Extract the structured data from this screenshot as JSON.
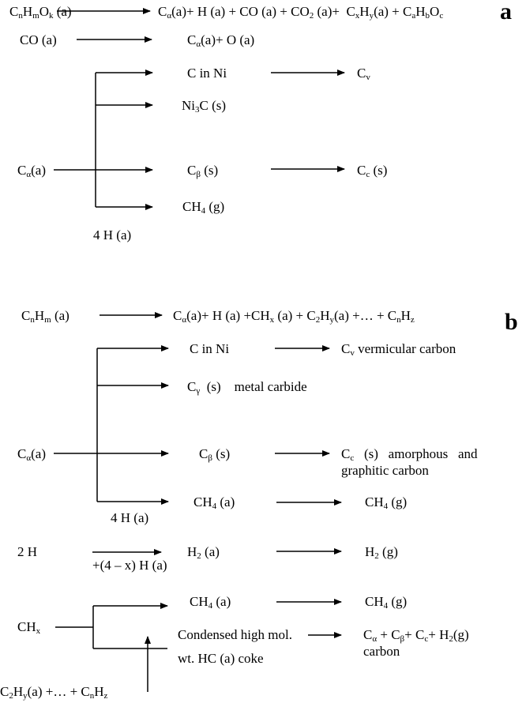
{
  "panel_a": {
    "label": "a",
    "r1_lhs": "C<sub>n</sub>H<sub>m</sub>O<sub>k</sub> (a)",
    "r1_rhs": "C<sub>α</sub>(a)+ H (a) + CO (a) + CO<sub>2</sub> (a)+ &nbsp;C<sub>x</sub>H<sub>y</sub>(a) + C<sub>a</sub>H<sub>b</sub>O<sub>c</sub>",
    "r2_lhs": "CO (a)",
    "r2_rhs": "C<sub>α</sub>(a)+ O (a)",
    "c_in_ni": "C in Ni",
    "cv": "C<sub>v</sub>",
    "ni3c": "Ni<sub>3</sub>C (s)",
    "c_alpha": "C<sub>α</sub>(a)",
    "c_beta": "C<sub>β</sub> (s)",
    "cc": "C<sub>c</sub> (s)",
    "ch4g": "CH<sub>4</sub> (g)",
    "four_h": "4 H (a)"
  },
  "panel_b": {
    "label": "b",
    "r1_lhs": "C<sub>n</sub>H<sub>m</sub> (a)",
    "r1_rhs": "C<sub>α</sub>(a)+ H (a) +CH<sub>x</sub> (a) + C<sub>2</sub>H<sub>y</sub>(a) +… + C<sub>n</sub>H<sub>z</sub>",
    "c_in_ni": "C in Ni",
    "cv_text": "C<sub>v</sub> vermicular carbon",
    "cgamma": "C<sub>γ</sub> &nbsp;(s) &nbsp;&nbsp;&nbsp;metal carbide",
    "c_alpha": "C<sub>α</sub>(a)",
    "c_beta": "C<sub>β</sub> (s)",
    "cc_line1": "C<sub>c</sub> &nbsp;&nbsp;(s) &nbsp;&nbsp;amorphous &nbsp;&nbsp;and",
    "cc_line2": "graphitic carbon",
    "ch4a": "CH<sub>4</sub> (a)",
    "ch4g": "CH<sub>4</sub> (g)",
    "four_h": "4 H (a)",
    "two_h": "2 H",
    "h2a": "H<sub>2</sub> (a)",
    "h2g": "H<sub>2</sub> (g)",
    "four_minus_x": "+(4 – x) H (a)",
    "ch4a_2": "CH<sub>4</sub> (a)",
    "ch4g_2": "CH<sub>4</sub> (g)",
    "chx": "CH<sub>x</sub>",
    "condensed_1": "Condensed high mol.",
    "condensed_2": "wt. HC (a) coke",
    "carbon_products": "C<sub>α</sub> + C<sub>β</sub>+ C<sub>c</sub>+ H<sub>2</sub>(g)",
    "carbon_word": "carbon",
    "c2hy": "C<sub>2</sub>H<sub>y</sub>(a) +… + C<sub>n</sub>H<sub>z</sub>"
  }
}
